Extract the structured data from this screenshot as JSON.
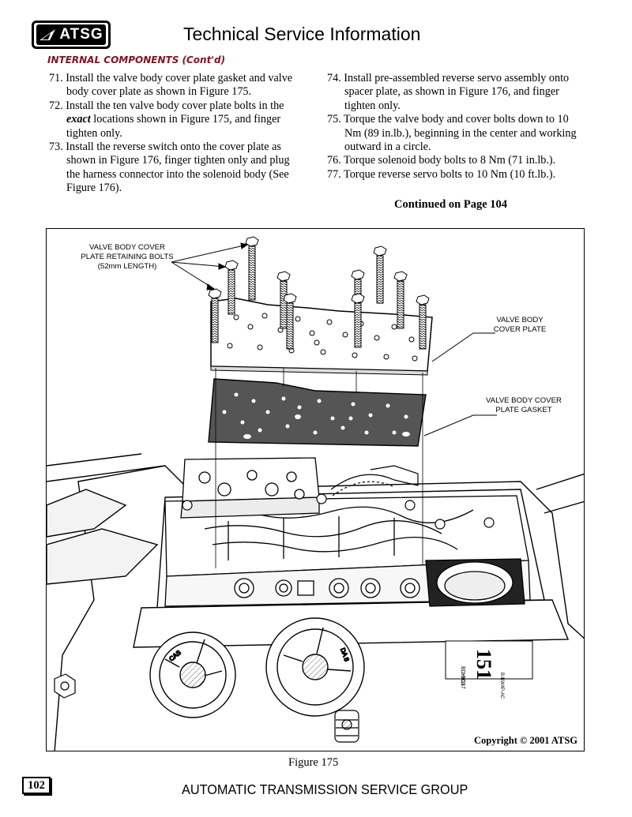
{
  "header": {
    "logo_text": "ATSG",
    "title": "Technical Service Information"
  },
  "section_heading": "INTERNAL COMPONENTS (Cont'd)",
  "steps_left": [
    {
      "num": "71.",
      "text": "Install the valve body cover plate gasket and valve body cover plate as shown in Figure 175."
    },
    {
      "num": "72.",
      "text_before": "Install the ten valve body cover plate bolts in the ",
      "emphasis": "exact",
      "text_after": " locations shown in Figure 175, and finger tighten only."
    },
    {
      "num": "73.",
      "text": "Install the reverse switch onto the cover plate as shown in Figure 176, finger tighten only and plug the harness connector into the solenoid body  (See Figure 176)."
    }
  ],
  "steps_right": [
    {
      "num": "74.",
      "text": "Install pre-assembled reverse servo assembly onto spacer plate, as shown in Figure 176, and finger tighten only."
    },
    {
      "num": "75.",
      "text": "Torque the valve body and cover bolts down to 10 Nm (89 in.lb.), beginning in the center and working outward in a circle."
    },
    {
      "num": "76.",
      "text": "Torque solenoid body bolts to 8 Nm (71 in.lb.)."
    },
    {
      "num": "77.",
      "text": "Torque reverse servo bolts to 10 Nm (10 ft.lb.)."
    }
  ],
  "continued": "Continued on Page 104",
  "figure": {
    "label_bolts_1": "VALVE BODY COVER",
    "label_bolts_2": "PLATE RETAINING BOLTS",
    "label_bolts_3": "(52mm LENGTH)",
    "label_plate_1": "VALVE BODY",
    "label_plate_2": "COVER PLATE",
    "label_gasket_1": "VALVE BODY COVER",
    "label_gasket_2": "PLATE GASKET",
    "copyright": "Copyright © 2001 ATSG",
    "stamp_big": "151",
    "stamp_line1": "BD-9C17",
    "stamp_line2": "00435",
    "stamp_line3": "B-8",
    "stamp_line4": "XW4P-AC",
    "seal_left": "CAS",
    "seal_right": "DA 8",
    "caption": "Figure 175"
  },
  "footer": {
    "page_number": "102",
    "org": "AUTOMATIC TRANSMISSION SERVICE GROUP"
  }
}
